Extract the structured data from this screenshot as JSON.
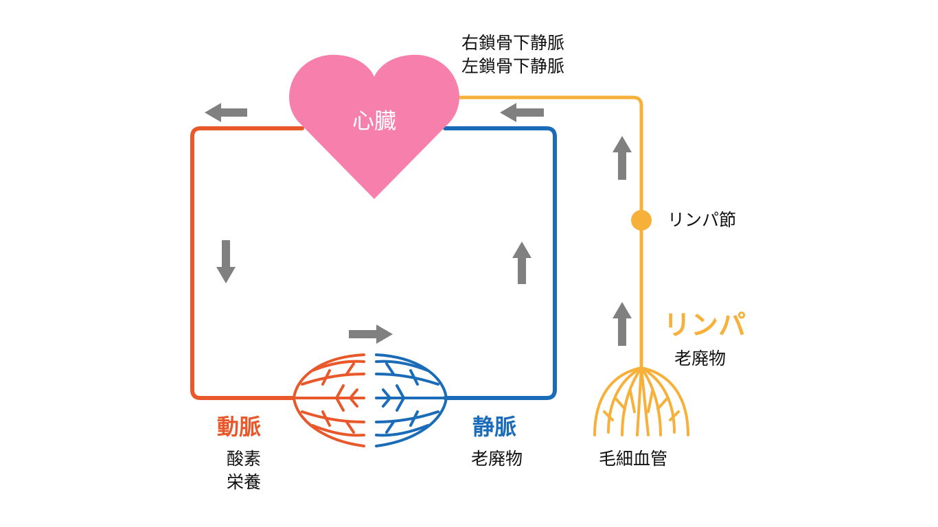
{
  "colors": {
    "artery": "#e8582a",
    "vein": "#1a6bb8",
    "lymph": "#f7b03a",
    "heart": "#f77fab",
    "arrow": "#808080"
  },
  "heart": {
    "label": "心臓"
  },
  "subclavian_veins": {
    "right": "右鎖骨下静脈",
    "left": "左鎖骨下静脈"
  },
  "lymph_node": {
    "label": "リンパ節"
  },
  "lymph": {
    "title": "リンパ",
    "carries": "老廃物"
  },
  "artery": {
    "title": "動脈",
    "carries": [
      "酸素",
      "栄養"
    ]
  },
  "vein": {
    "title": "静脈",
    "carries": "老廃物"
  },
  "capillary": {
    "label": "毛細血管"
  }
}
